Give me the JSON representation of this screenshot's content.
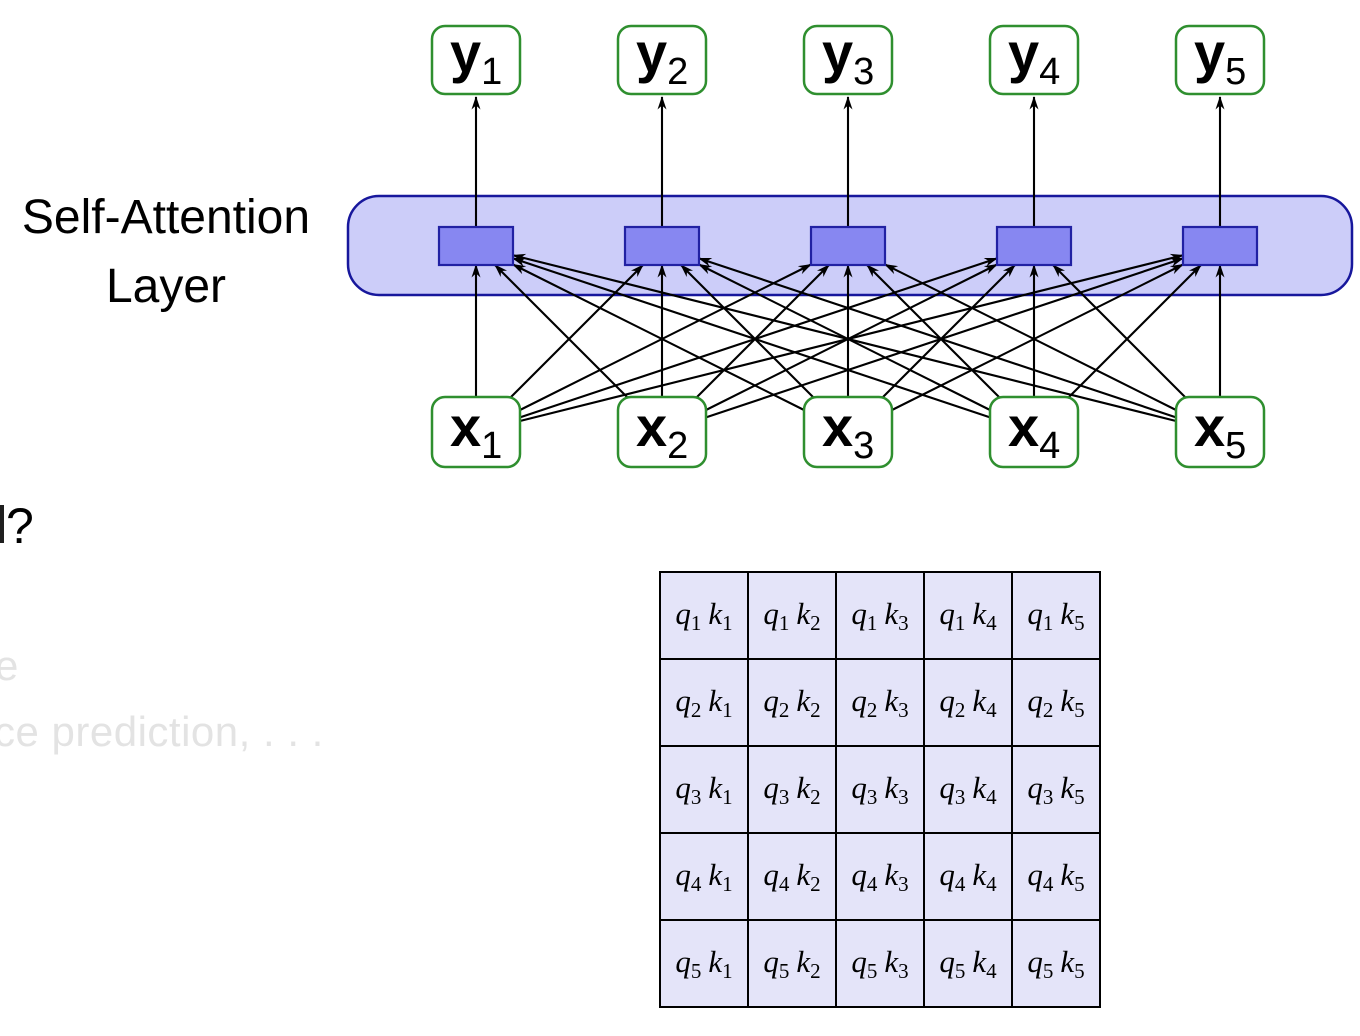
{
  "layer_label": {
    "line1": "Self-Attention",
    "line2": "Layer"
  },
  "fragments": {
    "question_mark": "?",
    "dim_line1": "e",
    "dim_line2": "ce prediction, . . ."
  },
  "diagram": {
    "outputs": [
      {
        "base": "y",
        "sub": "1"
      },
      {
        "base": "y",
        "sub": "2"
      },
      {
        "base": "y",
        "sub": "3"
      },
      {
        "base": "y",
        "sub": "4"
      },
      {
        "base": "y",
        "sub": "5"
      }
    ],
    "inputs": [
      {
        "base": "x",
        "sub": "1"
      },
      {
        "base": "x",
        "sub": "2"
      },
      {
        "base": "x",
        "sub": "3"
      },
      {
        "base": "x",
        "sub": "4"
      },
      {
        "base": "x",
        "sub": "5"
      }
    ],
    "attention_units": 5,
    "connectivity": "every input connects to every attention unit; each unit outputs to one y"
  },
  "matrix": {
    "q_symbol": "q",
    "k_symbol": "k",
    "rows": [
      [
        {
          "q": "1",
          "k": "1"
        },
        {
          "q": "1",
          "k": "2"
        },
        {
          "q": "1",
          "k": "3"
        },
        {
          "q": "1",
          "k": "4"
        },
        {
          "q": "1",
          "k": "5"
        }
      ],
      [
        {
          "q": "2",
          "k": "1"
        },
        {
          "q": "2",
          "k": "2"
        },
        {
          "q": "2",
          "k": "3"
        },
        {
          "q": "2",
          "k": "4"
        },
        {
          "q": "2",
          "k": "5"
        }
      ],
      [
        {
          "q": "3",
          "k": "1"
        },
        {
          "q": "3",
          "k": "2"
        },
        {
          "q": "3",
          "k": "3"
        },
        {
          "q": "3",
          "k": "4"
        },
        {
          "q": "3",
          "k": "5"
        }
      ],
      [
        {
          "q": "4",
          "k": "1"
        },
        {
          "q": "4",
          "k": "2"
        },
        {
          "q": "4",
          "k": "3"
        },
        {
          "q": "4",
          "k": "4"
        },
        {
          "q": "4",
          "k": "5"
        }
      ],
      [
        {
          "q": "5",
          "k": "1"
        },
        {
          "q": "5",
          "k": "2"
        },
        {
          "q": "5",
          "k": "3"
        },
        {
          "q": "5",
          "k": "4"
        },
        {
          "q": "5",
          "k": "5"
        }
      ]
    ]
  },
  "colors": {
    "node_border_green": "#2f8f2f",
    "node_fill": "#ffffff",
    "layer_fill": "#cccdf9",
    "layer_border": "#17179c",
    "unit_fill": "#8787f1",
    "unit_border": "#2121a3",
    "arrow": "#000000",
    "matrix_cell_fill": "#e4e4f9",
    "matrix_border": "#000000",
    "dim_text": "#e3e3e3",
    "text": "#000000"
  }
}
